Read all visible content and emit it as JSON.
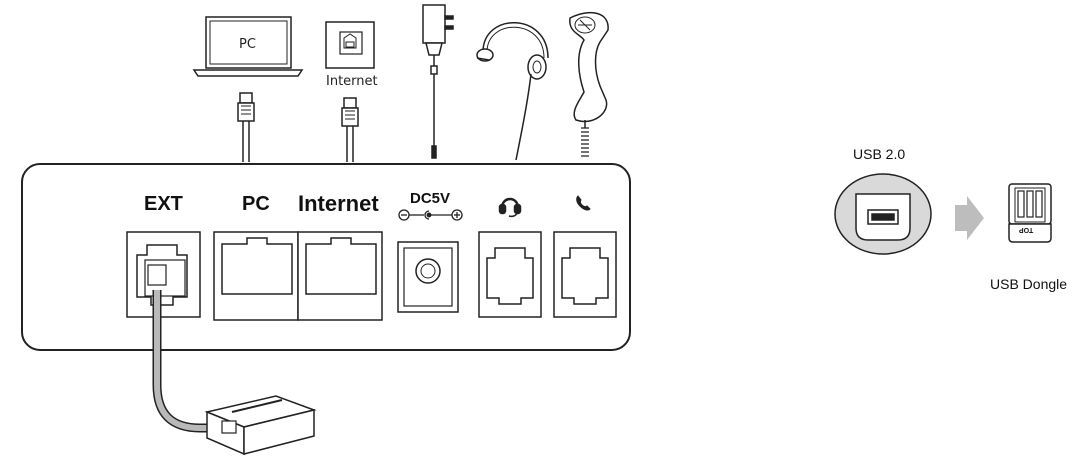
{
  "devices": {
    "pc_screen_label": "PC",
    "internet_label": "Internet"
  },
  "panel": {
    "ports": {
      "ext": "EXT",
      "pc": "PC",
      "internet": "Internet",
      "power": "DC5V",
      "headset_icon": "headset-icon",
      "handset_icon": "handset-icon"
    },
    "polarity": {
      "minus": "⊖",
      "plus": "⊕"
    }
  },
  "usb": {
    "port_label": "USB 2.0",
    "dongle_label": "USB Dongle",
    "dongle_marking": "TOP"
  },
  "colors": {
    "stroke": "#222222",
    "cable_fill": "#b9b9b9",
    "usb_disc": "#d9d9d9",
    "arrow": "#bdbdbd"
  }
}
